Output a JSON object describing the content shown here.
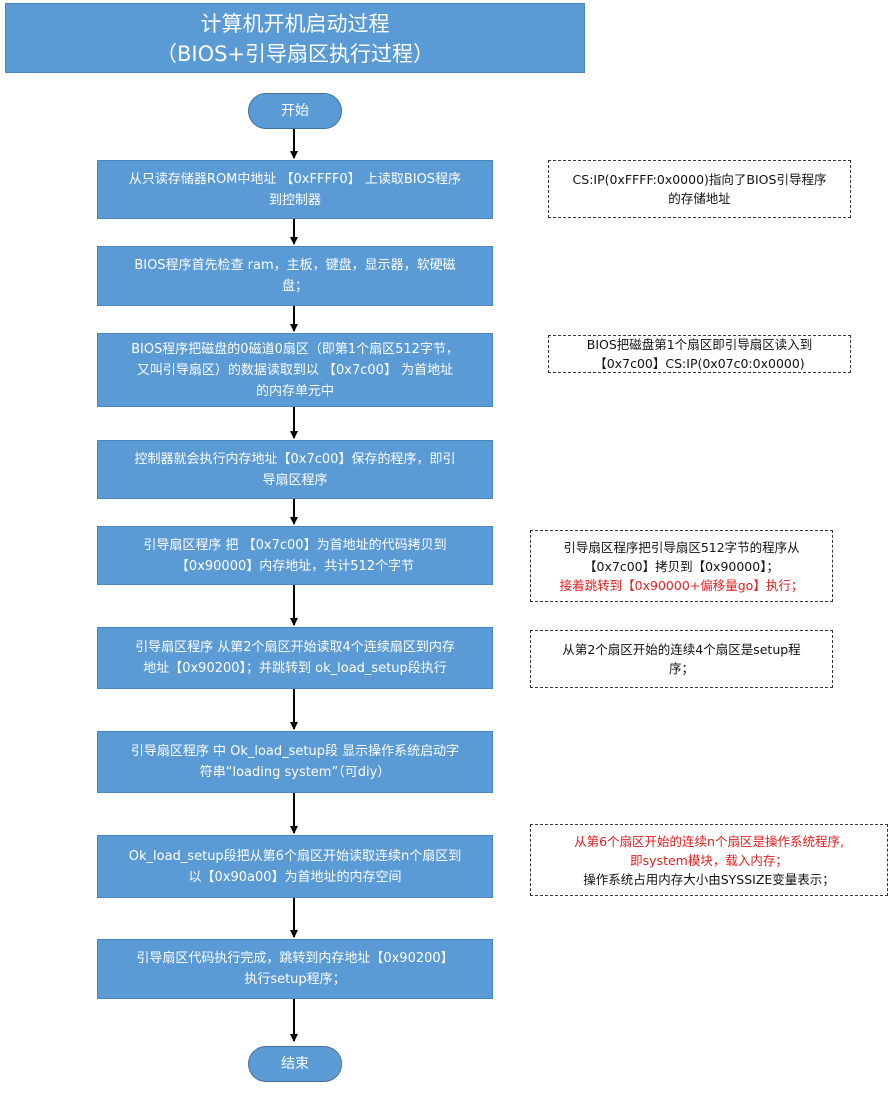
{
  "title": {
    "line1": "计算机开机启动过程",
    "line2": "（BIOS+引导扇区执行过程）"
  },
  "start_label": "开始",
  "end_label": "结束",
  "steps": [
    {
      "lines": [
        "从只读存储器ROM中地址 【0xFFFF0】 上读取BIOS程序",
        "到控制器"
      ]
    },
    {
      "lines": [
        "BIOS程序首先检查 ram，主板，键盘，显示器，软硬磁",
        "盘；"
      ]
    },
    {
      "lines": [
        "BIOS程序把磁盘的0磁道0扇区（即第1个扇区512字节，",
        "又叫引导扇区）的数据读取到以 【0x7c00】 为首地址",
        "的内存单元中"
      ]
    },
    {
      "lines": [
        "控制器就会执行内存地址【0x7c00】保存的程序，即引",
        "导扇区程序"
      ]
    },
    {
      "lines": [
        "引导扇区程序 把 【0x7c00】为首地址的代码拷贝到",
        "【0x90000】内存地址，共计512个字节"
      ]
    },
    {
      "lines": [
        "引导扇区程序 从第2个扇区开始读取4个连续扇区到内存",
        "地址【0x90200】；并跳转到 ok_load_setup段执行"
      ]
    },
    {
      "lines": [
        "引导扇区程序 中 Ok_load_setup段 显示操作系统启动字",
        "符串“loading system”（可diy）"
      ]
    },
    {
      "lines": [
        "Ok_load_setup段把从第6个扇区开始读取连续n个扇区到",
        "以【0x90a00】为首地址的内存空间"
      ]
    },
    {
      "lines": [
        "引导扇区代码执行完成，跳转到内存地址【0x90200】",
        "执行setup程序；"
      ]
    }
  ],
  "notes": [
    {
      "lines": [
        "CS:IP(0xFFFF:0x0000)指向了BIOS引导程序",
        "的存储地址"
      ]
    },
    {
      "lines": [
        "BIOS把磁盘第1个扇区即引导扇区读入到",
        "【0x7c00】CS:IP(0x07c0:0x0000)"
      ]
    },
    {
      "lines": [
        "引导扇区程序把引导扇区512字节的程序从",
        "【0x7c00】拷贝到【0x90000】；"
      ],
      "red_lines": [
        "接着跳转到【0x90000+偏移量go】执行；"
      ]
    },
    {
      "lines": [
        "从第2个扇区开始的连续4个扇区是setup程",
        "序；"
      ]
    },
    {
      "red_lines": [
        "从第6个扇区开始的连续n个扇区是操作系统程序,",
        "即system模块，载入内存；"
      ],
      "lines": [
        "操作系统占用内存大小由SYSSIZE变量表示；"
      ]
    }
  ],
  "colors": {
    "box_fill": "#5b9bd5",
    "arrow": "#000000",
    "note_red": "#e02020"
  }
}
